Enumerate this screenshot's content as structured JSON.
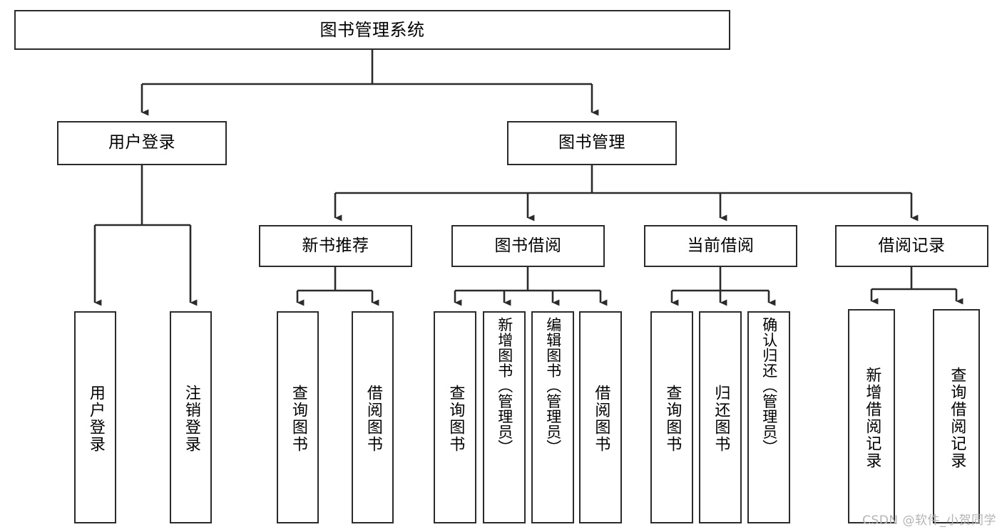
{
  "diagram": {
    "title": "图书管理系统",
    "type": "tree-hierarchy-diagram",
    "colors": {
      "box_border": "#2b2b2b",
      "box_fill": "#ffffff",
      "connector": "#2b2b2b",
      "text": "#000000",
      "watermark": "#b4b4b4"
    },
    "root": {
      "label": "图书管理系统"
    },
    "level1": [
      {
        "label": "用户登录"
      },
      {
        "label": "图书管理"
      }
    ],
    "level2": [
      {
        "label": "新书推荐"
      },
      {
        "label": "图书借阅"
      },
      {
        "label": "当前借阅"
      },
      {
        "label": "借阅记录"
      }
    ],
    "leaves": {
      "user_login": [
        {
          "label": "用户登录"
        },
        {
          "label": "注销登录"
        }
      ],
      "new_book_recommend": [
        {
          "label": "查询图书"
        },
        {
          "label": "借阅图书"
        }
      ],
      "book_borrow": [
        {
          "label": "查询图书"
        },
        {
          "label": "新增图书（管理员）"
        },
        {
          "label": "编辑图书（管理员）"
        },
        {
          "label": "借阅图书"
        }
      ],
      "current_borrow": [
        {
          "label": "查询图书"
        },
        {
          "label": "归还图书"
        },
        {
          "label": "确认归还（管理员）"
        }
      ],
      "borrow_record": [
        {
          "label": "新增借阅记录"
        },
        {
          "label": "查询借阅记录"
        }
      ]
    }
  },
  "watermark": {
    "text": "CSDN @软件_小贺同学"
  }
}
